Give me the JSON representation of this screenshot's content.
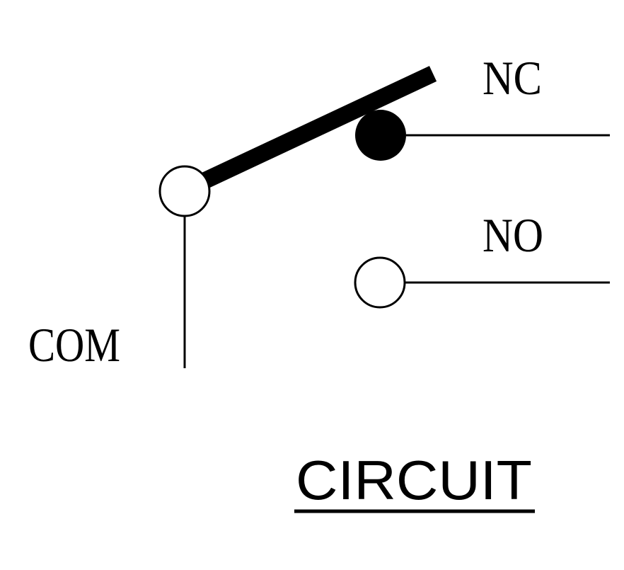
{
  "diagram": {
    "terminals": {
      "nc_label": "NC",
      "no_label": "NO",
      "com_label": "COM"
    },
    "title": "CIRCUIT"
  },
  "colors": {
    "background": "#ffffff",
    "ink": "#000000"
  }
}
